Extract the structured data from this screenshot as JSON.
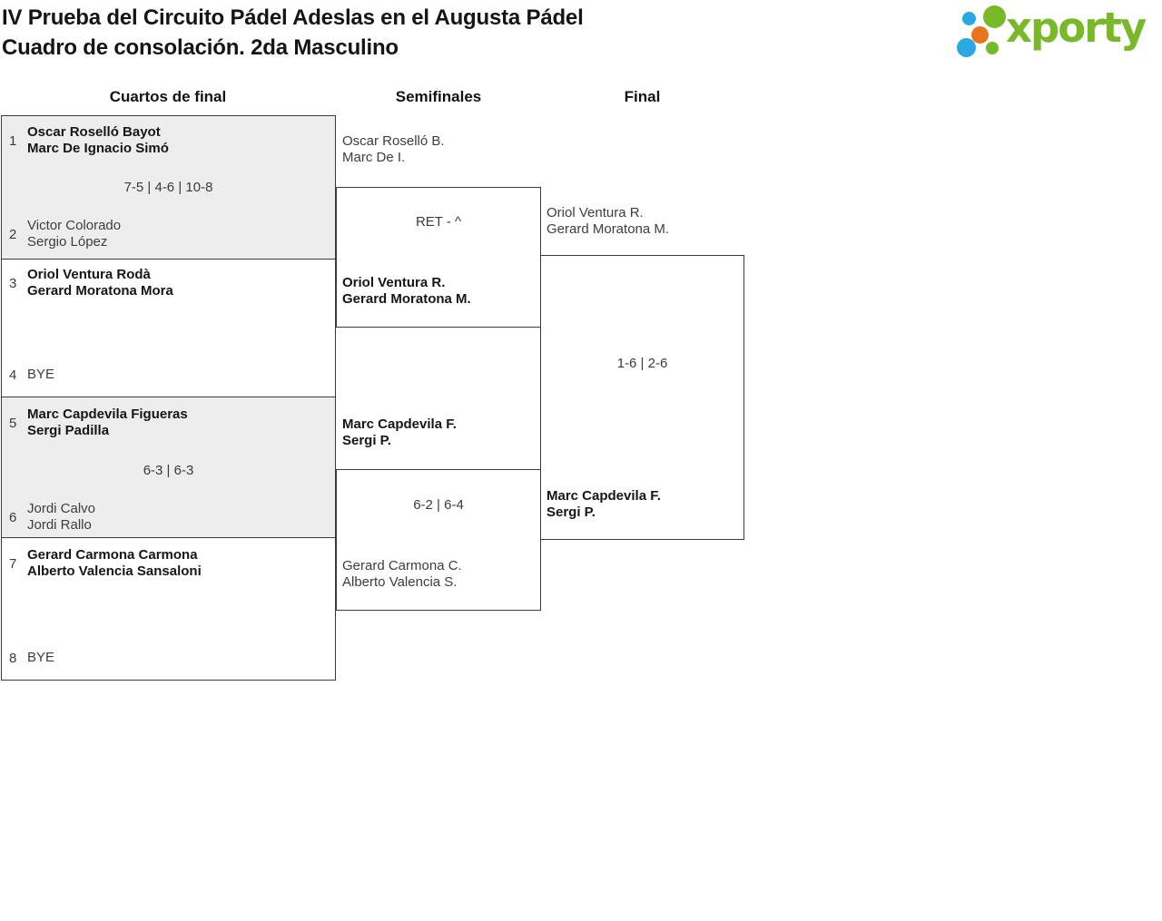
{
  "header": {
    "title_line1": "IV Prueba del Circuito Pádel Adeslas en el Augusta Pádel",
    "title_line2": "Cuadro de consolación. 2da Masculino",
    "logo_text": "xporty"
  },
  "rounds": {
    "quarterfinals": "Cuartos de final",
    "semifinals": "Semifinales",
    "final": "Final"
  },
  "colors": {
    "brand_green": "#79b829",
    "brand_blue": "#29a9e0",
    "brand_orange": "#e8751a",
    "box_gray": "#ededed",
    "line": "#3b3b3b"
  },
  "quarterfinals": [
    {
      "seed1": "1",
      "team1_line1": "Oscar Roselló Bayot",
      "team1_line2": "Marc De Ignacio Simó",
      "score": "7-5 | 4-6 | 10-8",
      "seed2": "2",
      "team2_line1": "Victor Colorado",
      "team2_line2": "Sergio López"
    },
    {
      "seed1": "3",
      "team1_line1": "Oriol Ventura Rodà",
      "team1_line2": "Gerard Moratona Mora",
      "score": "",
      "seed2": "4",
      "team2_line1": "BYE",
      "team2_line2": ""
    },
    {
      "seed1": "5",
      "team1_line1": "Marc Capdevila Figueras",
      "team1_line2": "Sergi Padilla",
      "score": "6-3 | 6-3",
      "seed2": "6",
      "team2_line1": "Jordi Calvo",
      "team2_line2": "Jordi Rallo"
    },
    {
      "seed1": "7",
      "team1_line1": "Gerard Carmona Carmona",
      "team1_line2": "Alberto Valencia Sansaloni",
      "score": "",
      "seed2": "8",
      "team2_line1": "BYE",
      "team2_line2": ""
    }
  ],
  "semifinals": [
    {
      "team1_line1": "Oscar Roselló B.",
      "team1_line2": "Marc De I.",
      "score": "RET - ^",
      "team2_line1": "Oriol Ventura R.",
      "team2_line2": "Gerard Moratona M."
    },
    {
      "team1_line1": "Marc Capdevila F.",
      "team1_line2": "Sergi P.",
      "score": "6-2 | 6-4",
      "team2_line1": "Gerard Carmona C.",
      "team2_line2": "Alberto Valencia S."
    }
  ],
  "final": {
    "team1_line1": "Oriol Ventura R.",
    "team1_line2": "Gerard Moratona M.",
    "score": "1-6 | 2-6",
    "team2_line1": "Marc Capdevila F.",
    "team2_line2": "Sergi P."
  }
}
